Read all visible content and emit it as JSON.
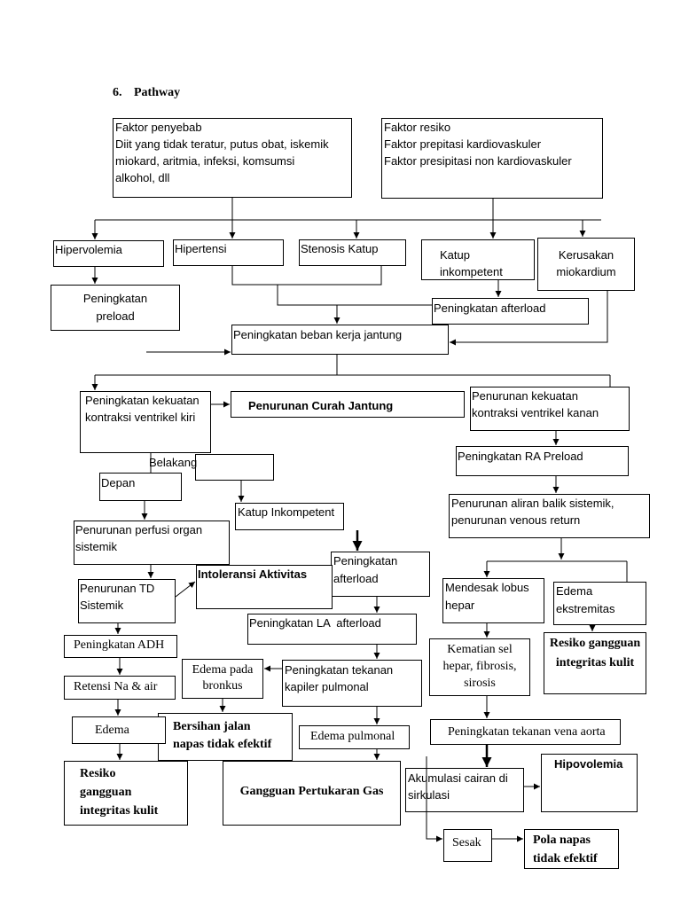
{
  "heading": {
    "number": "6.",
    "title": "Pathway"
  },
  "colors": {
    "line": "#000000",
    "border": "#000000",
    "background": "#ffffff"
  },
  "nodes": {
    "faktor_penyebab": "Faktor penyebab\nDiit yang tidak teratur, putus obat, iskemik\nmiokard, aritmia, infeksi, komsumsi\nalkohol, dll",
    "faktor_resiko": "Faktor resiko\nFaktor prepitasi kardiovaskuler\nFaktor presipitasi non kardiovaskuler",
    "hipervolemia": "Hipervolemia",
    "hipertensi": "Hipertensi",
    "stenosis_katup": "Stenosis Katup",
    "katup_inkompetent_top": "Katup\ninkompetent",
    "kerusakan_miokardium": "Kerusakan\nmiokardium",
    "peningkatan_preload": "Peningkatan\npreload",
    "peningkatan_afterload_top": "Peningkatan afterload",
    "beban_kerja_jantung": "Peningkatan beban kerja jantung",
    "kekuatan_ventrikel_kiri": "Peningkatan kekuatan\nkontraksi ventrikel kiri",
    "curah_jantung": "Penurunan Curah Jantung",
    "kekuatan_ventrikel_kanan": "Penurunan kekuatan\nkontraksi ventrikel kanan",
    "ra_preload": "Peningkatan RA Preload",
    "belakang": "Belakang",
    "depan": "Depan",
    "katup_inkompetent_mid": "Katup Inkompetent",
    "perfusi_organ": "Penurunan perfusi organ\nsistemik",
    "aliran_balik": "Penurunan aliran balik sistemik,\npenurunan venous return",
    "peningkatan_afterload_mid": "Peningkatan\nafterload",
    "mendesak_lobus": "Mendesak lobus\nhepar",
    "edema_ekstremitas": "Edema\nekstremitas",
    "td_sistemik": "Penurunan TD\nSistemik",
    "intoleransi_aktivitas": "Intoleransi Aktivitas",
    "la_afterload": "Peningkatan LA  afterload",
    "adh": "Peningkatan ADH",
    "resiko_kulit_kanan": "Resiko gangguan\nintegritas kulit",
    "kematian_sel": "Kematian sel\nhepar, fibrosis,\nsirosis",
    "edema_bronkus": "Edema pada\nbronkus",
    "kapiler_pulmonal": "Peningkatan tekanan\nkapiler pulmonal",
    "retensi_na": "Retensi Na & air",
    "vena_aorta": "Peningkatan tekanan vena aorta",
    "edema": "Edema",
    "bersihan_jalan_napas": "Bersihan jalan\nnapas tidak efektif",
    "edema_pulmonal": "Edema pulmonal",
    "resiko_kulit_kiri": "Resiko\ngangguan\nintegritas kulit",
    "pertukaran_gas": "Gangguan Pertukaran Gas",
    "akumulasi_cairan": "Akumulasi cairan di\nsirkulasi",
    "hipovolemia": "Hipovolemia",
    "sesak": "Sesak",
    "pola_napas": "Pola napas\ntidak efektif"
  }
}
